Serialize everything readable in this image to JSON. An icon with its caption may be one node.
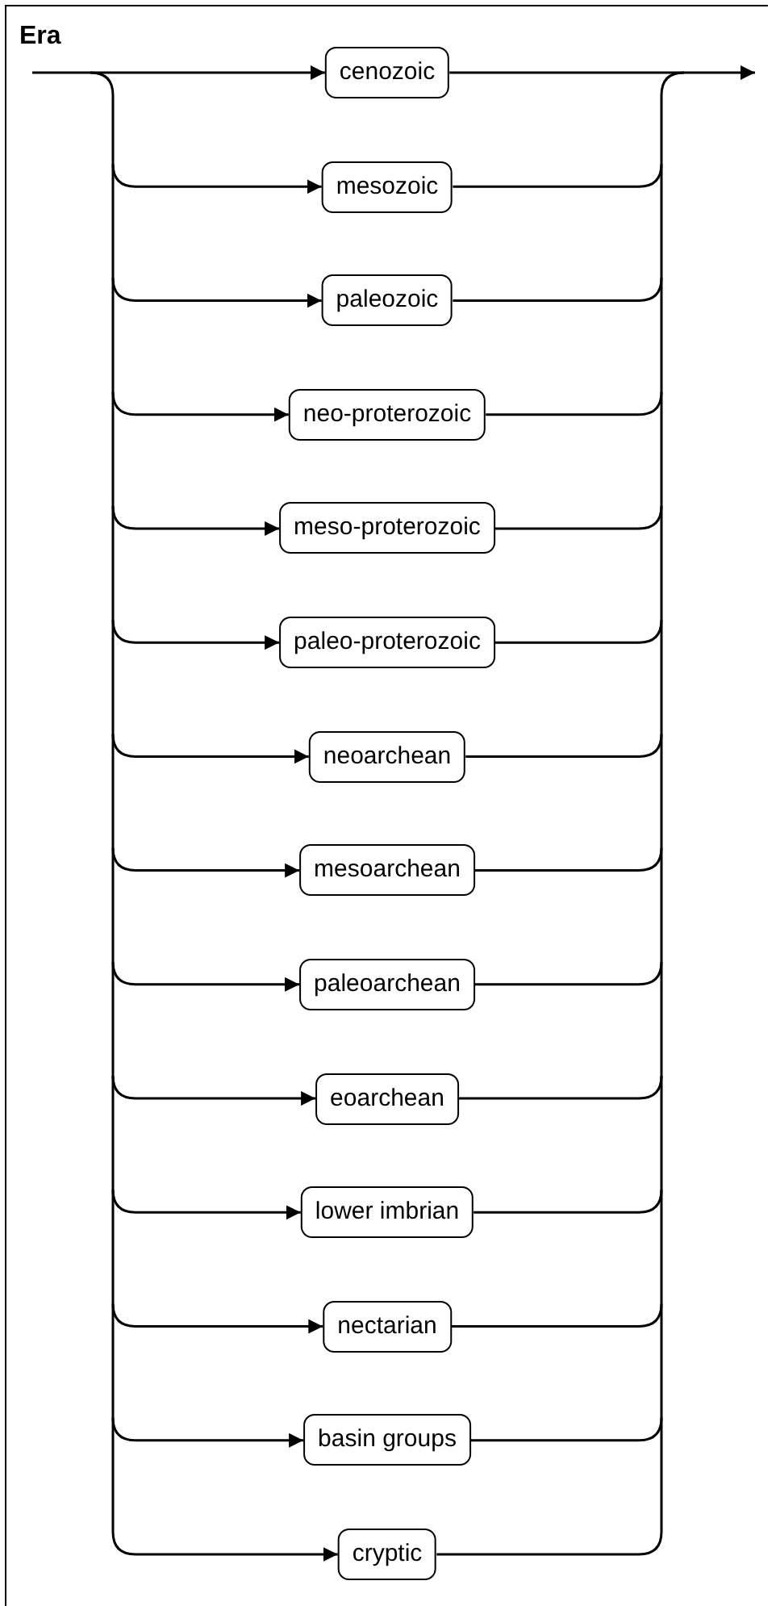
{
  "diagram": {
    "title": "Era",
    "nodes": [
      {
        "text": [
          "cenozoic"
        ]
      },
      {
        "text": [
          "mesozoic"
        ]
      },
      {
        "text": [
          "paleozoic"
        ]
      },
      {
        "text": [
          "neo-proterozoic"
        ]
      },
      {
        "text": [
          "meso-proterozoic"
        ]
      },
      {
        "text": [
          "paleo-proterozoic"
        ]
      },
      {
        "text": [
          "neoarchean"
        ]
      },
      {
        "text": [
          "mesoarchean"
        ]
      },
      {
        "text": [
          "paleoarchean"
        ]
      },
      {
        "text": [
          "eoarchean"
        ]
      },
      {
        "text": [
          "lower imbrian"
        ]
      },
      {
        "text": [
          "nectarian"
        ]
      },
      {
        "text": [
          "basin groups"
        ]
      },
      {
        "text": [
          "cryptic"
        ]
      }
    ],
    "edges": [
      {
        "from": null,
        "to": 0,
        "arrow": "to"
      },
      {
        "from": 0,
        "to": null,
        "arrow": "to"
      },
      {
        "from": null,
        "to": 1,
        "arrow": "to"
      },
      {
        "from": 1,
        "to": null,
        "arrow": "none"
      },
      {
        "from": null,
        "to": 2,
        "arrow": "to"
      },
      {
        "from": 2,
        "to": null,
        "arrow": "none"
      },
      {
        "from": null,
        "to": 3,
        "arrow": "to"
      },
      {
        "from": 3,
        "to": null,
        "arrow": "none"
      },
      {
        "from": null,
        "to": 4,
        "arrow": "to"
      },
      {
        "from": 4,
        "to": null,
        "arrow": "none"
      },
      {
        "from": null,
        "to": 5,
        "arrow": "to"
      },
      {
        "from": 5,
        "to": null,
        "arrow": "none"
      },
      {
        "from": null,
        "to": 6,
        "arrow": "to"
      },
      {
        "from": 6,
        "to": null,
        "arrow": "none"
      },
      {
        "from": null,
        "to": 7,
        "arrow": "to"
      },
      {
        "from": 7,
        "to": null,
        "arrow": "none"
      },
      {
        "from": null,
        "to": 8,
        "arrow": "to"
      },
      {
        "from": 8,
        "to": null,
        "arrow": "none"
      },
      {
        "from": null,
        "to": 9,
        "arrow": "to"
      },
      {
        "from": 9,
        "to": null,
        "arrow": "none"
      },
      {
        "from": null,
        "to": 10,
        "arrow": "to"
      },
      {
        "from": 10,
        "to": null,
        "arrow": "none"
      },
      {
        "from": null,
        "to": 11,
        "arrow": "to"
      },
      {
        "from": 11,
        "to": null,
        "arrow": "none"
      },
      {
        "from": null,
        "to": 12,
        "arrow": "to"
      },
      {
        "from": 12,
        "to": null,
        "arrow": "none"
      },
      {
        "from": null,
        "to": 13,
        "arrow": "to"
      },
      {
        "from": 13,
        "to": null,
        "arrow": "none"
      }
    ]
  }
}
